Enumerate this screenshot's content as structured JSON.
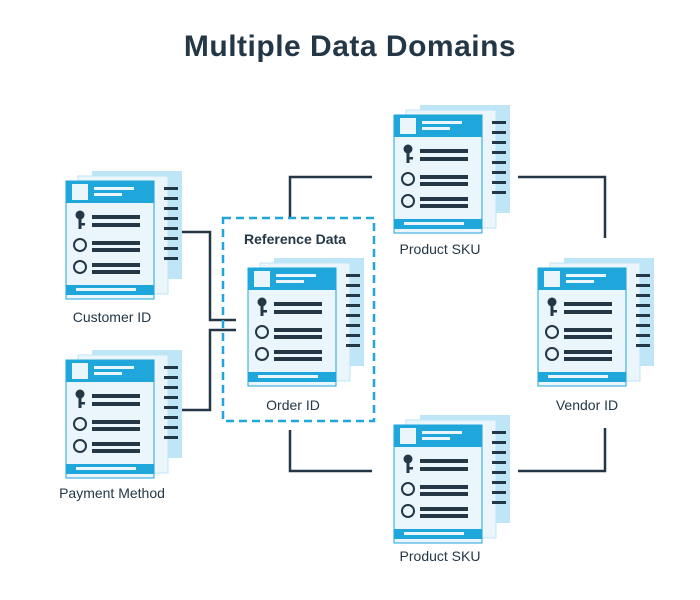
{
  "title": "Multiple Data Domains",
  "reference_box_label": "Reference Data",
  "nodes": [
    {
      "id": "customer",
      "label": "Customer ID"
    },
    {
      "id": "payment",
      "label": "Payment Method"
    },
    {
      "id": "order",
      "label": "Order ID"
    },
    {
      "id": "sku_top",
      "label": "Product SKU"
    },
    {
      "id": "sku_bottom",
      "label": "Product SKU"
    },
    {
      "id": "vendor",
      "label": "Vendor ID"
    }
  ],
  "colors": {
    "primary_blue": "#1FA6DB",
    "light_blue": "#BFE6F6",
    "paper": "#EAF6FC",
    "navy": "#243746",
    "connector": "#243746"
  }
}
